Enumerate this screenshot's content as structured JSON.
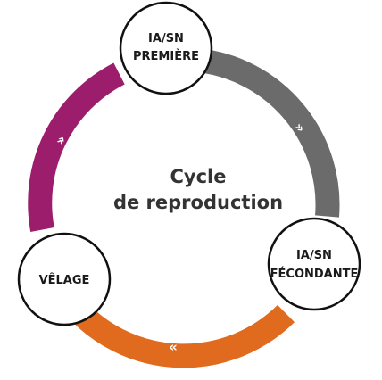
{
  "diagram": {
    "center_title": [
      "Cycle",
      "de reproduction"
    ],
    "stages": [
      {
        "id": "ia-premiere",
        "lines": [
          "IA/SN",
          "PREMIÈRE"
        ]
      },
      {
        "id": "ia-fecondante",
        "lines": [
          "IA/SN",
          "FÉCONDANTE"
        ]
      },
      {
        "id": "velage",
        "lines": [
          "VÊLAGE"
        ]
      }
    ],
    "arc_colors": {
      "premiere_to_fecondante": "#6b6b6b",
      "fecondante_to_velage": "#e06b1e",
      "velage_to_premiere": "#9c1d6b"
    },
    "direction_arrows": {
      "premiere_to_fecondante": "»",
      "fecondante_to_velage": "«",
      "velage_to_premiere": "»"
    }
  }
}
